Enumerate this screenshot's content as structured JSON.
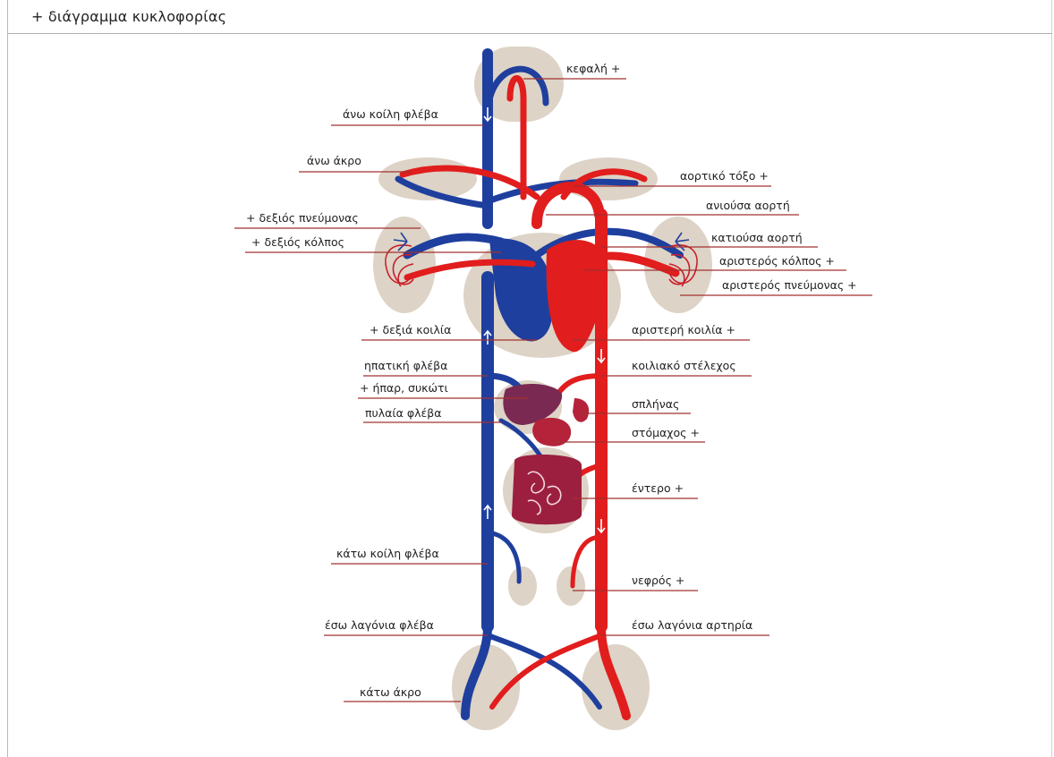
{
  "header": {
    "title": "+ διάγραμμα κυκλοφορίας"
  },
  "colors": {
    "artery": "#e11d1d",
    "vein": "#1f3f9e",
    "organ": "#ddd3c6",
    "leader": "#a23030"
  },
  "labels": {
    "head": "κεφαλή +",
    "superior_vena_cava": "άνω κοίλη φλέβα",
    "upper_limb": "άνω άκρο",
    "aortic_arch": "αορτικό τόξο +",
    "ascending_aorta": "ανιούσα αορτή",
    "right_lung": "+ δεξιός πνεύμονας",
    "descending_aorta": "κατιούσα αορτή",
    "right_atrium": "+ δεξιός κόλπος",
    "left_atrium": "αριστερός κόλπος +",
    "left_lung": "αριστερός πνεύμονας +",
    "right_ventricle": "+ δεξιά κοιλία",
    "left_ventricle": "αριστερή κοιλία +",
    "hepatic_vein": "ηπατική φλέβα",
    "celiac_trunk": "κοιλιακό στέλεχος",
    "liver": "+ ήπαρ, συκώτι",
    "spleen": "σπλήνας",
    "portal_vein": "πυλαία φλέβα",
    "stomach": "στόμαχος +",
    "intestine": "έντερο +",
    "inferior_vena_cava": "κάτω κοίλη φλέβα",
    "kidney": "νεφρός +",
    "internal_iliac_vein": "έσω λαγόνια φλέβα",
    "internal_iliac_artery": "έσω λαγόνια αρτηρία",
    "lower_limb": "κάτω άκρο"
  }
}
